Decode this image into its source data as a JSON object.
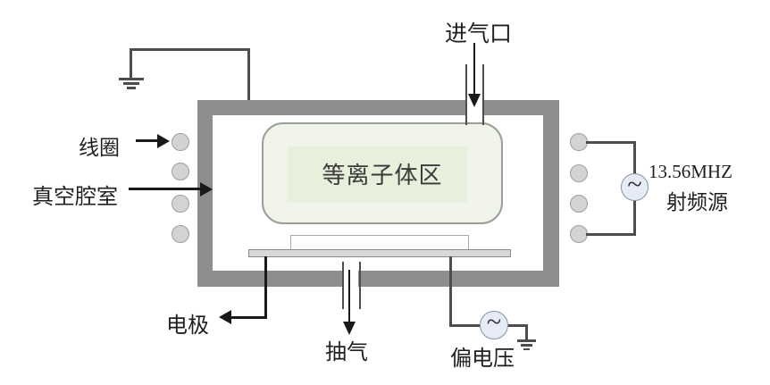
{
  "labels": {
    "gas_inlet": "进气口",
    "coil": "线圈",
    "vacuum_chamber": "真空腔室",
    "plasma_region": "等离子体区",
    "electrode": "电极",
    "pump_out": "抽气",
    "bias_voltage": "偏电压",
    "rf_frequency": "13.56MHZ",
    "rf_source": "射频源",
    "ac_wave_symbol": "~"
  },
  "colors": {
    "wall": "#8e8e8e",
    "coil_fill": "#d3d3d3",
    "coil_border": "#9e9e9e",
    "plasma_fill": "#f1f4ea",
    "plasma_inner": "#e8efda",
    "plasma_border": "#9aa096",
    "electrode_fill": "#d8d8d8",
    "electrode_border": "#8a8a8a",
    "wafer_border": "#a8a8a8",
    "ac_fill": "#e7ebf5",
    "ac_border": "#8593a8",
    "wire": "#4d4d4d",
    "lead": "#1a1a1a",
    "text": "#1f1f1f"
  }
}
